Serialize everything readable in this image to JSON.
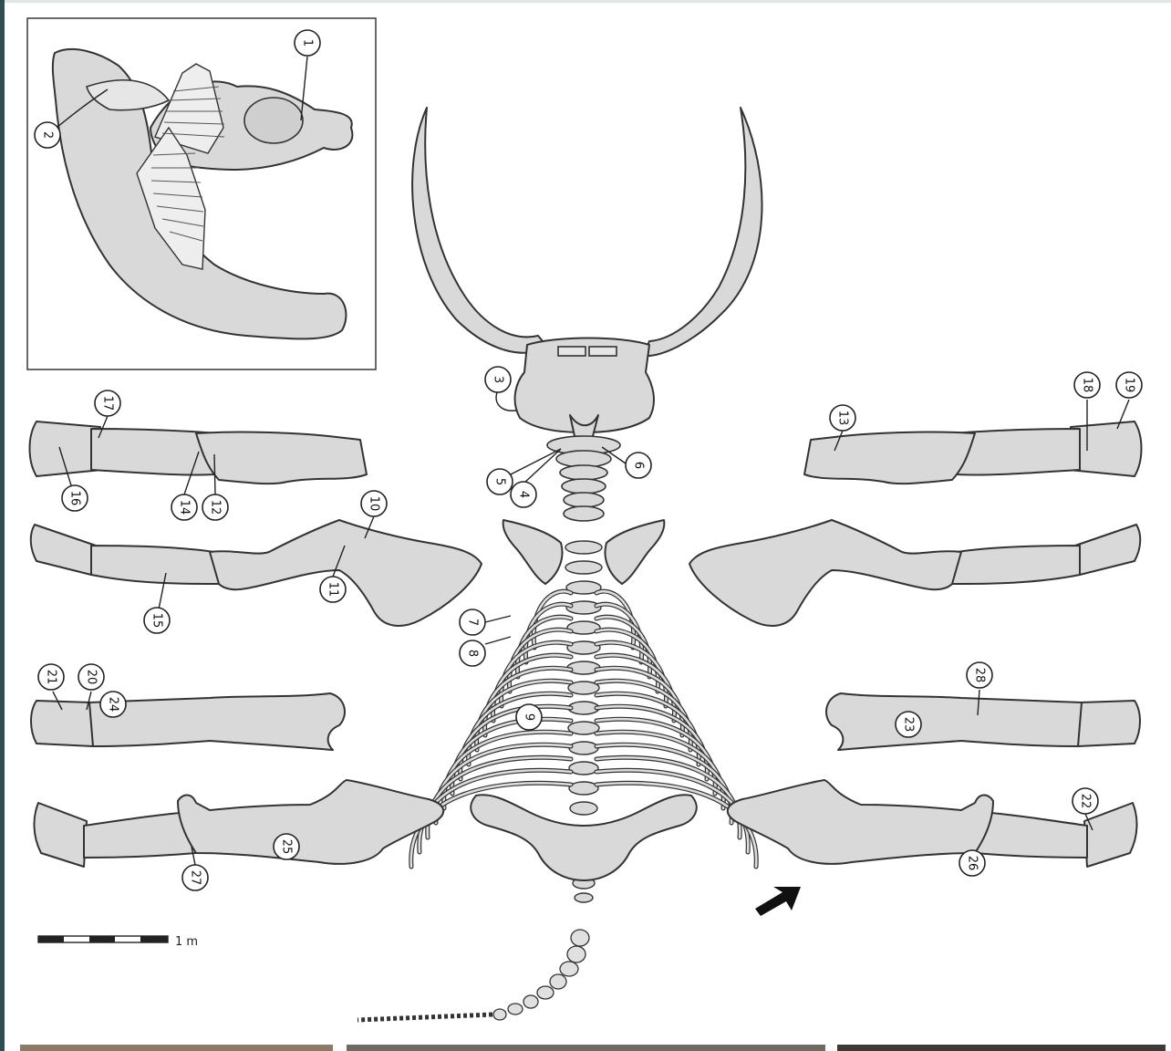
{
  "figure": {
    "scale_bar_label": "1 m",
    "colors": {
      "bone": "#d9d9d9",
      "outline": "#333333",
      "frame": "#2f4f4f"
    },
    "icons": [
      "arrow-icon"
    ]
  },
  "callouts": [
    {
      "num": "1",
      "target": "skull"
    },
    {
      "num": "2",
      "target": "mandible"
    },
    {
      "num": "3",
      "target": "skull"
    },
    {
      "num": "4",
      "target": "cervical vertebrae"
    },
    {
      "num": "5",
      "target": "cervical vertebrae"
    },
    {
      "num": "6",
      "target": "cervical vertebrae"
    },
    {
      "num": "7",
      "target": "ribs"
    },
    {
      "num": "8",
      "target": "ribs"
    },
    {
      "num": "9",
      "target": "rib cage"
    },
    {
      "num": "10",
      "target": "left scapula"
    },
    {
      "num": "11",
      "target": "left scapula"
    },
    {
      "num": "12",
      "target": "left forelimb (upper)"
    },
    {
      "num": "13",
      "target": "right forelimb (upper)"
    },
    {
      "num": "14",
      "target": "left forelimb (upper)"
    },
    {
      "num": "15",
      "target": "left forelimb (lower)"
    },
    {
      "num": "16",
      "target": "left forefoot"
    },
    {
      "num": "17",
      "target": "left forefoot"
    },
    {
      "num": "18",
      "target": "right forefoot"
    },
    {
      "num": "19",
      "target": "right forefoot"
    },
    {
      "num": "20",
      "target": "left hind foot"
    },
    {
      "num": "21",
      "target": "left hind foot"
    },
    {
      "num": "22",
      "target": "right hind foot"
    },
    {
      "num": "23",
      "target": "right femur"
    },
    {
      "num": "24",
      "target": "left femur"
    },
    {
      "num": "25",
      "target": "left hind limb"
    },
    {
      "num": "26",
      "target": "right hind limb"
    },
    {
      "num": "27",
      "target": "left hind limb"
    },
    {
      "num": "28",
      "target": "right femur"
    }
  ]
}
